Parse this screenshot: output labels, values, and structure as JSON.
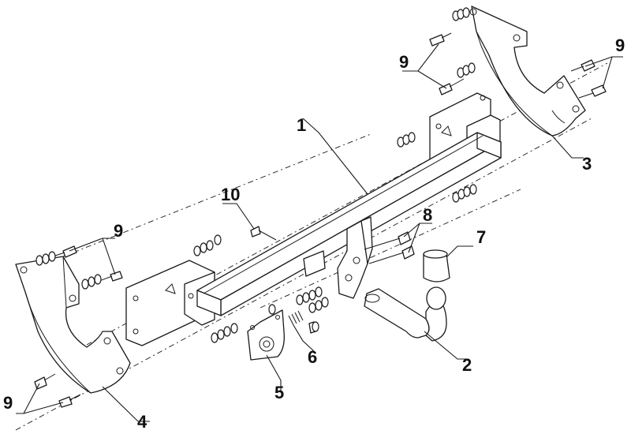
{
  "callouts": [
    {
      "key": "c1",
      "text": "1"
    },
    {
      "key": "c2",
      "text": "2"
    },
    {
      "key": "c3",
      "text": "3"
    },
    {
      "key": "c4",
      "text": "4"
    },
    {
      "key": "c5",
      "text": "5"
    },
    {
      "key": "c6",
      "text": "6"
    },
    {
      "key": "c7",
      "text": "7"
    },
    {
      "key": "c8",
      "text": "8"
    },
    {
      "key": "c9a",
      "text": "9"
    },
    {
      "key": "c9b",
      "text": "9"
    },
    {
      "key": "c9c",
      "text": "9"
    },
    {
      "key": "c9d",
      "text": "9"
    },
    {
      "key": "c10",
      "text": "10"
    }
  ],
  "colors": {
    "line": "#1a1a1a",
    "background": "#ffffff"
  }
}
